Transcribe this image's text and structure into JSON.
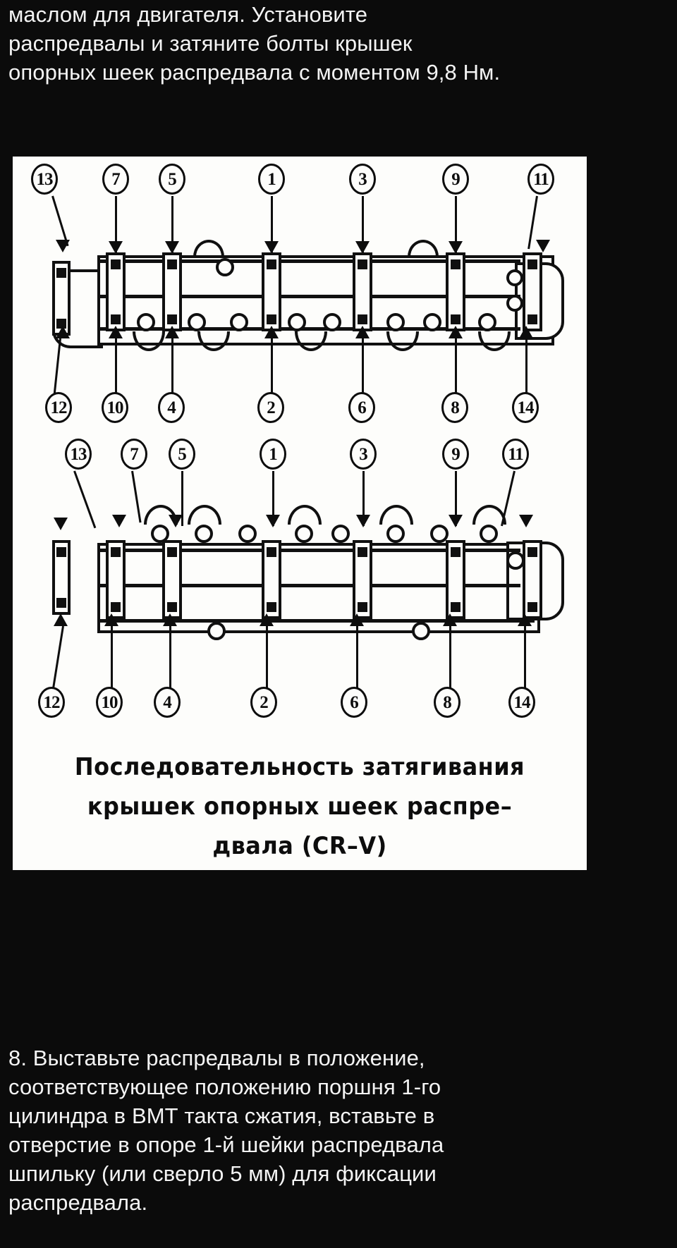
{
  "document": {
    "language": "ru",
    "background_color": "#0b0b0b",
    "text_color": "#f4f4f4",
    "figure_background": "#fdfdfb",
    "figure_ink": "#0d0d0d"
  },
  "top_paragraph": {
    "lines": [
      "маслом для двигателя. Установите",
      "распредвалы и затяните болты крышек",
      "опорных шеек распредвала с моментом 9,8 Нм."
    ],
    "full_text": "маслом для двигателя. Установите распредвалы и затяните болты крышек опорных шеек распредвала с моментом 9,8 Нм.",
    "torque_value": "9,8 Нм"
  },
  "figure": {
    "caption_lines": [
      "Последовательность затягивания",
      "крышек опорных шеек распре–",
      "двала (CR–V)"
    ],
    "caption_full": "Последовательность затягивания крышек опорных шеек распредвала (CR–V)",
    "model": "CR–V",
    "diagrams": [
      {
        "name": "camshaft-sequence-upper",
        "top_labels": [
          "13",
          "7",
          "5",
          "1",
          "3",
          "9",
          "11"
        ],
        "bottom_labels": [
          "12",
          "10",
          "4",
          "2",
          "6",
          "8",
          "14"
        ]
      },
      {
        "name": "camshaft-sequence-lower",
        "top_labels": [
          "13",
          "7",
          "5",
          "1",
          "3",
          "9",
          "11"
        ],
        "bottom_labels": [
          "12",
          "10",
          "4",
          "2",
          "6",
          "8",
          "14"
        ]
      }
    ]
  },
  "bottom_paragraph": {
    "step_number": "8.",
    "lines": [
      "8. Выставьте распредвалы в положение,",
      "соответствующее положению поршня 1-го",
      "цилиндра в ВМТ такта сжатия, вставьте в",
      "отверстие в опоре 1-й шейки распредвала",
      "шпильку (или сверло 5 мм) для фиксации",
      "распредвала."
    ],
    "full_text": "8. Выставьте распредвалы в положение, соответствующее положению поршня 1-го цилиндра в ВМТ такта сжатия, вставьте в отверстие в опоре 1-й шейки распредвала шпильку (или сверло 5 мм) для фиксации распредвала.",
    "drill_size": "5 мм"
  }
}
